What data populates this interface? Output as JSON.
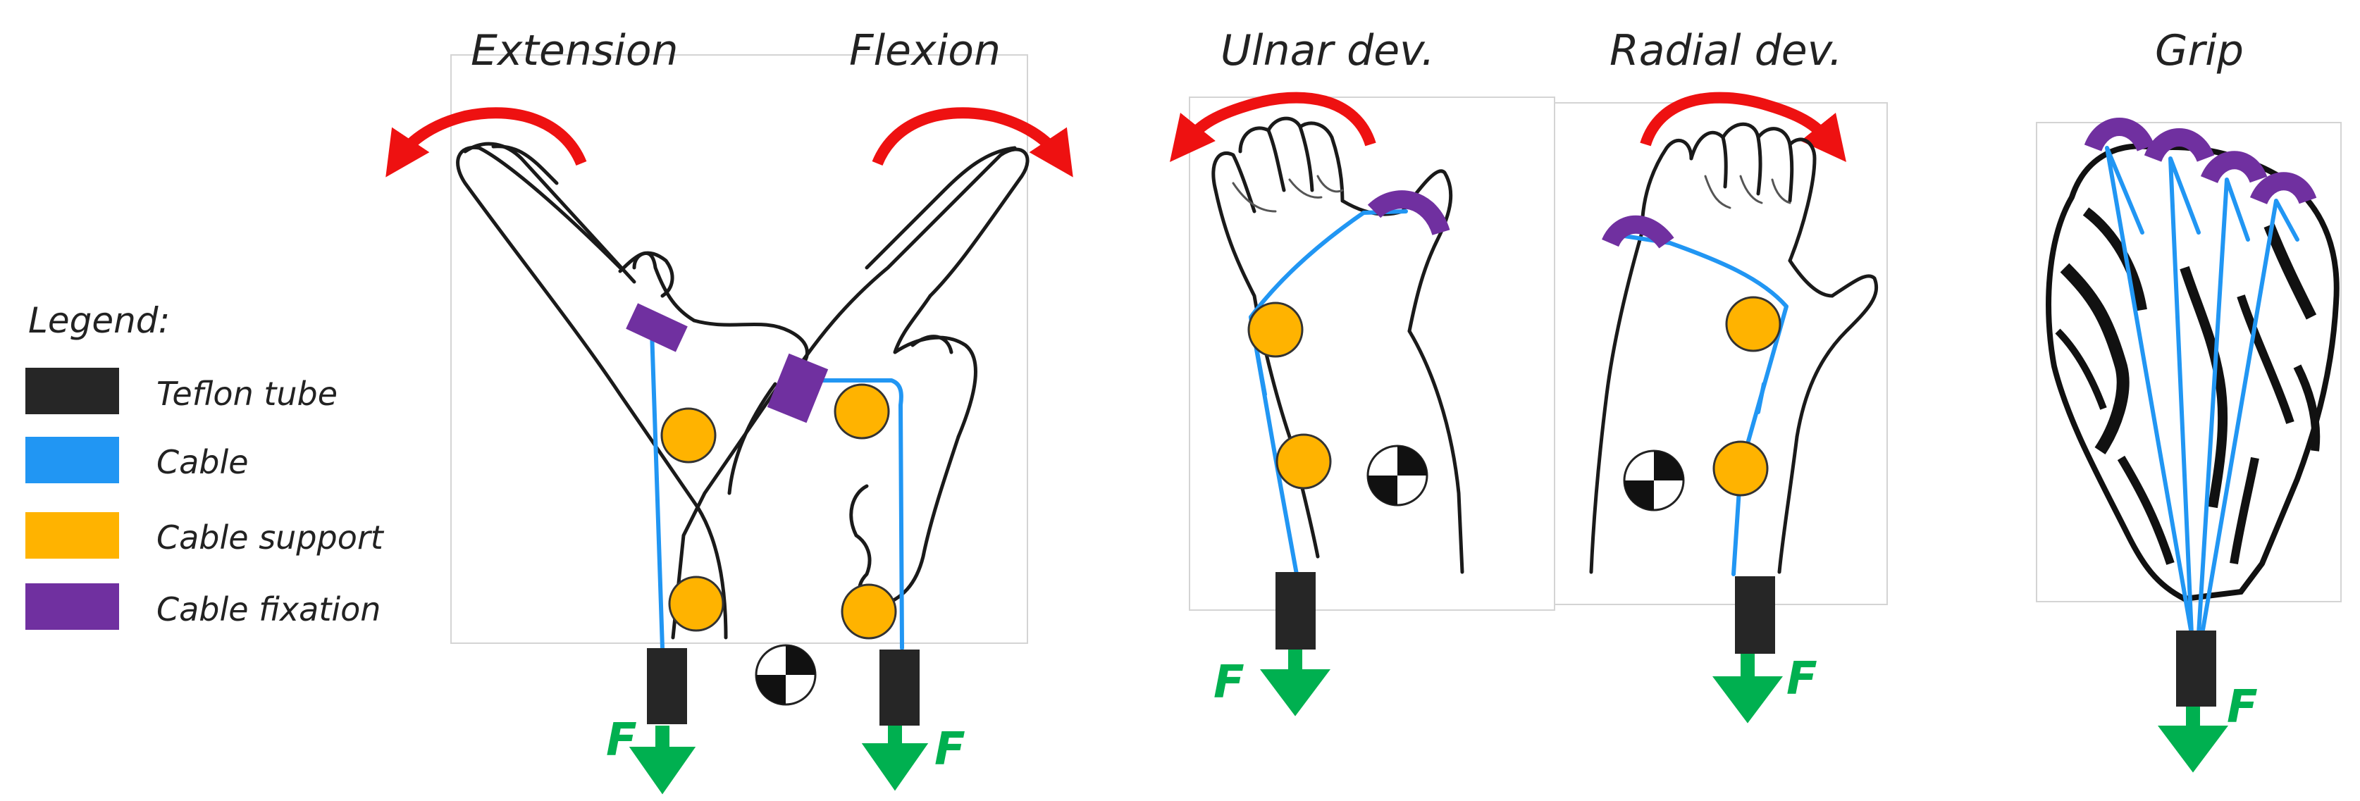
{
  "titles": {
    "extension": "Extension",
    "flexion": "Flexion",
    "ulnar": "Ulnar dev.",
    "radial": "Radial dev.",
    "grip": "Grip"
  },
  "legend": {
    "title": "Legend:",
    "items": [
      {
        "label": "Teflon tube",
        "color": "#262626"
      },
      {
        "label": "Cable",
        "color": "#2196F3"
      },
      {
        "label": "Cable support",
        "color": "#FFB300"
      },
      {
        "label": "Cable fixation",
        "color": "#7030A0"
      }
    ]
  },
  "force_label": "F",
  "colors": {
    "rotation_arrow": "#EE1111",
    "force_arrow": "#00B050",
    "tube": "#262626",
    "cable": "#2196F3",
    "support": "#FFB300",
    "fixation": "#7030A0"
  }
}
